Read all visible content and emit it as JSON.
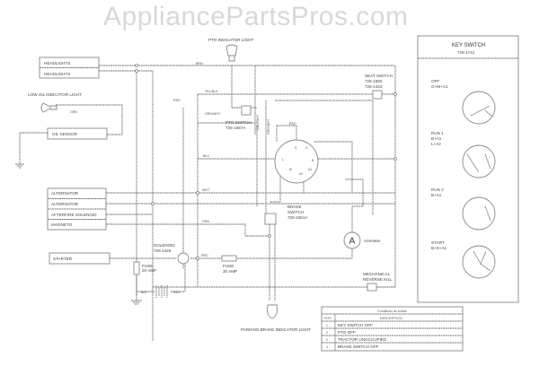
{
  "watermark": "AppliancePartsPros.com",
  "components": {
    "pto_light": "PTO INDICATOR LIGHT",
    "headlights_1": "HEADLIGHTS",
    "headlights_2": "HEADLIGHTS",
    "low_oil_light": "LOW OIL INDICATOR LIGHT",
    "oil_sensor": "OIL SENSOR",
    "alternator_1": "ALTERNATOR",
    "alternator_2": "ALTERNATOR",
    "afterfire_solenoid": "AFTERFIRE SOLENOID",
    "magneto": "MAGNETO",
    "starter": "STARTER",
    "solenoid": [
      "SOLENOID",
      "725-1426"
    ],
    "fuse_20": [
      "FUSE",
      "20 AMP"
    ],
    "fuse_30": [
      "FUSE",
      "30 AMP"
    ],
    "pto_switch": [
      "PTO SWITCH",
      "725-1657A"
    ],
    "seat_switch": [
      "SEAT SWITCH",
      "725-1550",
      "725-1423"
    ],
    "brake_switch": [
      "BRAKE",
      "SWITCH",
      "725-1651A"
    ],
    "ammeter": "Ammeter",
    "ammeter_symbol": "A",
    "reverse_kill": [
      "MECHANICAL",
      "REVERSE KILL"
    ],
    "parking_brake_light": "PARKING BRAKE INDICATOR LIGHT"
  },
  "wire_labels": [
    "BRN",
    "YEL/BLK",
    "RED",
    "GRN/WHT",
    "BLU",
    "WHT",
    "GRN",
    "RED",
    "BLK",
    "RED",
    "GRN",
    "ORN/WHT",
    "GRN/WHT",
    "RED"
  ],
  "key_terminals": [
    "S",
    "G",
    "L",
    "B",
    "M",
    "A2",
    "A1"
  ],
  "key_switch_panel": {
    "title": "KEY SWITCH",
    "part": "725-1741",
    "positions": [
      {
        "name": "OFF",
        "circuits": [
          "G+M+A1"
        ]
      },
      {
        "name": "RUN 1",
        "circuits": [
          "B+A1",
          "L+A2"
        ]
      },
      {
        "name": "RUN 2",
        "circuits": [
          "B+A1"
        ]
      },
      {
        "name": "START",
        "circuits": [
          "B+S+A1"
        ]
      }
    ]
  },
  "conditions_table": {
    "caption": "Conditions as shown",
    "headers": [
      "POS",
      "DESCRIPTION"
    ],
    "rows": [
      [
        "1",
        "KEY SWITCH OFF"
      ],
      [
        "2",
        "PTO OFF"
      ],
      [
        "3",
        "TRACTOR UNOCCUPIED"
      ],
      [
        "4",
        "BRAKE SWITCH OFF"
      ]
    ]
  }
}
